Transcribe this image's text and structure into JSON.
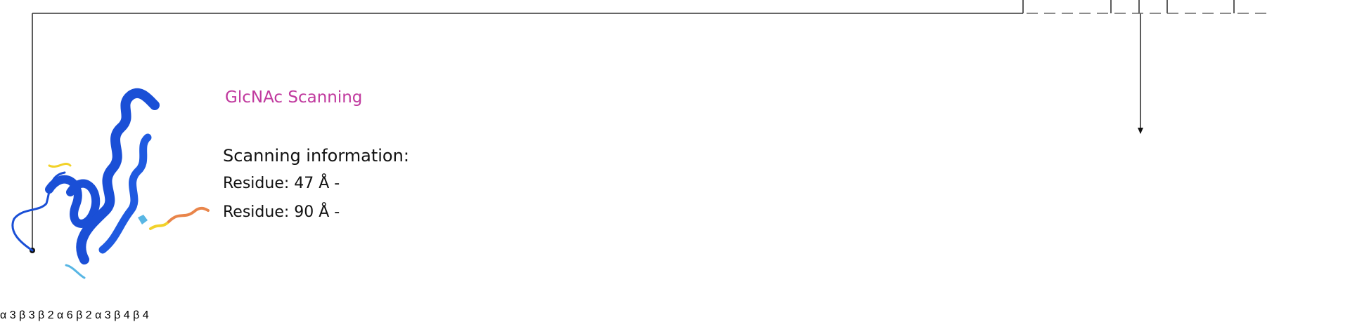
{
  "labels": {
    "title": "GlcNAc Scanning",
    "scanning_info": "Scanning information:",
    "residue_1": "Residue: 47 Å -",
    "residue_2": "Residue: 90 Å -"
  },
  "glycan_linkages": {
    "o_glycan": [
      "α 3",
      "β 3"
    ],
    "n_glycan": [
      "β 2",
      "α 6",
      "β 2",
      "α 3",
      "β 4",
      "β 4"
    ]
  },
  "icons": {
    "scan": "magnifier-icon",
    "pass": "check-circle-icon",
    "fail": "x-circle-icon"
  },
  "colors": {
    "protein": "#1a4fd6",
    "title": "#c0399e",
    "glcnac_square": "#1a8fc0",
    "galactose_circle": "#f6c21a",
    "galnac_square": "#f6c21a",
    "sialic_diamond": "#a0458c",
    "mannose_circle": "#17a05a",
    "check": "#5ab534",
    "cross": "#e23a3a"
  }
}
